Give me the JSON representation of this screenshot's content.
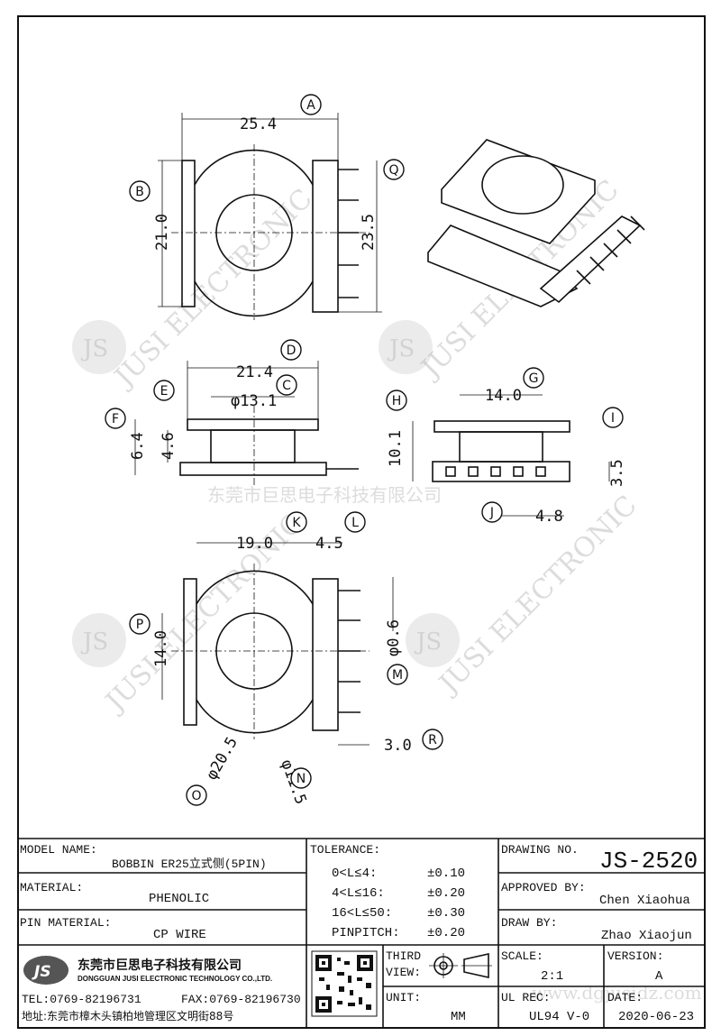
{
  "watermarks": {
    "brand": "JUSI ELECTRONIC",
    "logo": "JS",
    "company_cn": "东莞市巨思电子科技有限公司",
    "site": "www.dgjusidz.com"
  },
  "dimensions": {
    "A": "25.4",
    "B": "21.0",
    "Q": "23.5",
    "D": "21.4",
    "C": "φ13.1",
    "E": "4.6",
    "F": "6.4",
    "G": "14.0",
    "H": "10.1",
    "I": "3.5",
    "J": "4.8",
    "K": "19.0",
    "L": "4.5",
    "P": "14.0",
    "M": "φ0.6",
    "O": "φ20.5",
    "N": "φ11.5",
    "R": "3.0"
  },
  "letters": [
    "A",
    "B",
    "Q",
    "D",
    "C",
    "E",
    "F",
    "G",
    "H",
    "I",
    "J",
    "K",
    "L",
    "P",
    "M",
    "O",
    "N",
    "R"
  ],
  "title_block": {
    "model_name_label": "MODEL NAME:",
    "model_name": "BOBBIN ER25立式侧(5PIN)",
    "material_label": "MATERIAL:",
    "material": "PHENOLIC",
    "pin_material_label": "PIN MATERIAL:",
    "pin_material": "CP WIRE",
    "tolerance_label": "TOLERANCE:",
    "tolerances": [
      {
        "range": "0<L≤4:",
        "value": "±0.10"
      },
      {
        "range": "4<L≤16:",
        "value": "±0.20"
      },
      {
        "range": "16<L≤50:",
        "value": "±0.30"
      },
      {
        "range": "PINPITCH:",
        "value": "±0.20"
      }
    ],
    "drawing_no_label": "DRAWING NO.",
    "drawing_no": "JS-2520",
    "approved_by_label": "APPROVED BY:",
    "approved_by": "Chen Xiaohua",
    "draw_by_label": "DRAW BY:",
    "draw_by": "Zhao Xiaojun",
    "company_logo": "JS",
    "company_cn": "东莞市巨思电子科技有限公司",
    "company_en": "DONGGUAN JUSI ELECTRONIC TECHNOLOGY CO.,LTD.",
    "tel": "TEL:0769-82196731",
    "fax": "FAX:0769-82196730",
    "address": "地址:东莞市樟木头镇柏地管理区文明街88号",
    "third_view_label_1": "THIRD",
    "third_view_label_2": "VIEW:",
    "unit_label": "UNIT:",
    "unit": "MM",
    "scale_label": "SCALE:",
    "scale": "2:1",
    "version_label": "VERSION:",
    "version": "A",
    "ul_rec_label": "UL REC:",
    "ul_rec": "UL94 V-0",
    "date_label": "DATE:",
    "date": "2020-06-23"
  }
}
